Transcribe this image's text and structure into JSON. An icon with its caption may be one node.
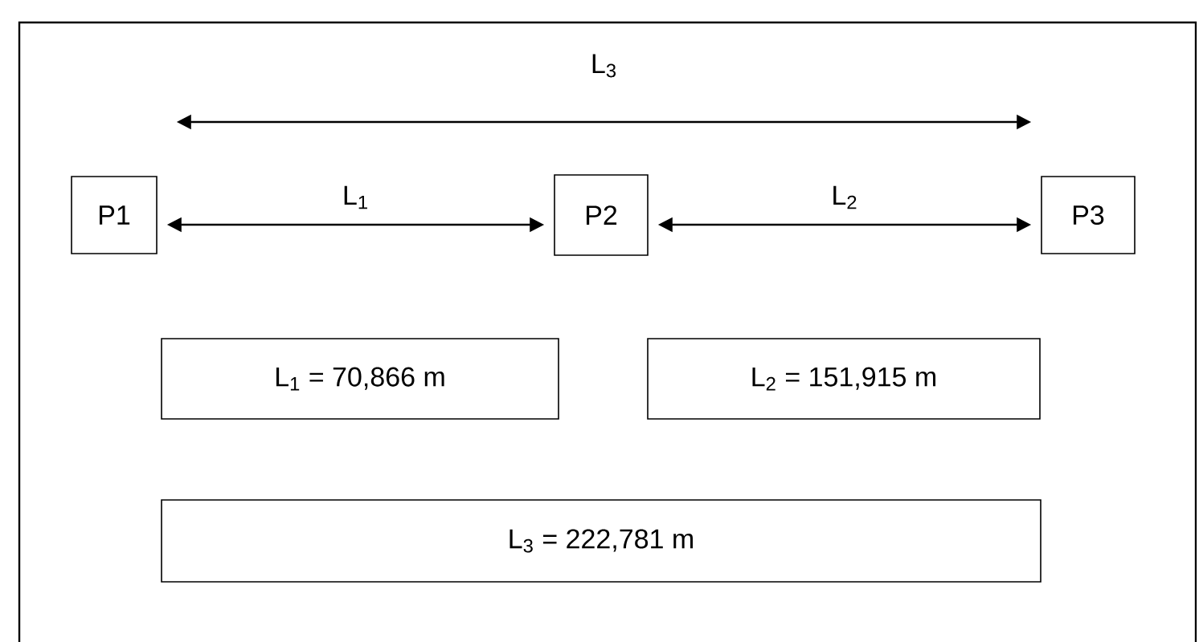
{
  "diagram": {
    "nodes": [
      {
        "text": [
          "P1"
        ]
      },
      {
        "text": [
          "P2"
        ]
      },
      {
        "text": [
          "P3"
        ]
      },
      {
        "text": [
          "L$_{1}$ = 70,866 m"
        ]
      },
      {
        "text": [
          "L$_{2}$ = 151,915 m"
        ]
      },
      {
        "text": [
          "L$_{3}$ = 222,781 m"
        ]
      }
    ],
    "edges": [
      {
        "from": 0,
        "to": 2,
        "arrow": "both",
        "label": "L$_{3}$"
      },
      {
        "from": 0,
        "to": 1,
        "arrow": "both",
        "label": "L$_{1}$"
      },
      {
        "from": 1,
        "to": 2,
        "arrow": "both",
        "label": "L$_{2}$"
      }
    ]
  }
}
